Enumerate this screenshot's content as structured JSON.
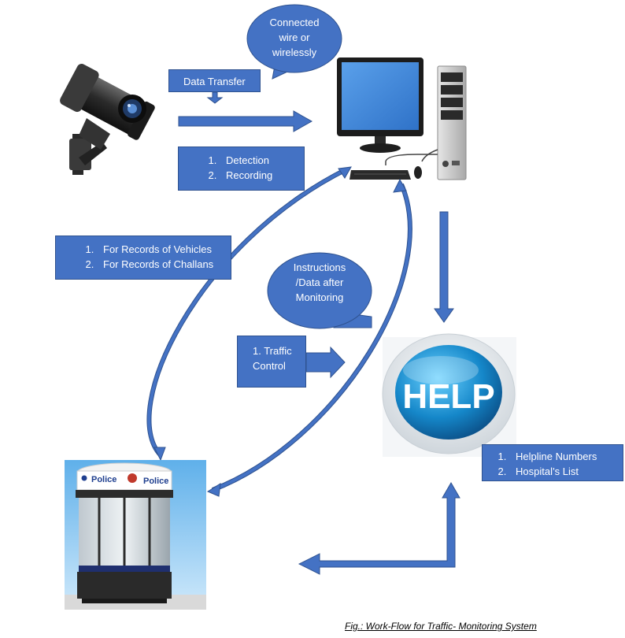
{
  "bubbles": {
    "connection": [
      "Connected",
      "wire or",
      "wirelessly"
    ],
    "instructions": [
      "Instructions",
      "/Data after",
      "Monitoring"
    ]
  },
  "boxes": {
    "data_transfer": "Data Transfer",
    "detection": [
      "Detection",
      "Recording"
    ],
    "records": [
      "For Records of Vehicles",
      "For Records of Challans"
    ],
    "traffic_control": [
      "1. Traffic",
      "Control"
    ],
    "helpline": [
      "Helpline Numbers",
      "Hospital’s List"
    ]
  },
  "help_label": "HELP",
  "police_label": "Police",
  "caption": "Fig.: Work-Flow for Traffic- Monitoring System",
  "colors": {
    "box": "#4472c4",
    "box_border": "#2f528f",
    "arrow": "#4472c4",
    "help_blue": "#1587c9"
  },
  "icons": [
    "cctv-camera-icon",
    "desktop-computer-icon",
    "help-button-icon",
    "police-booth-icon"
  ]
}
